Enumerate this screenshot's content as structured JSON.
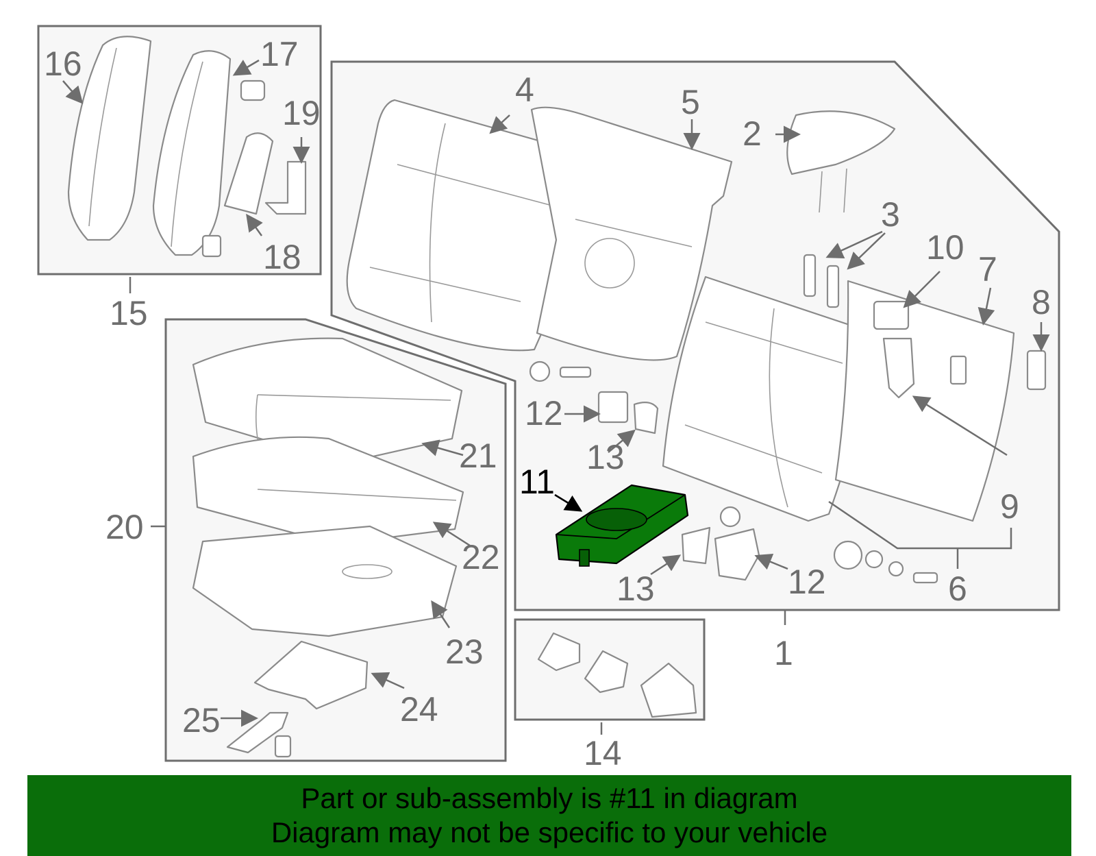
{
  "callouts": [
    "1",
    "2",
    "3",
    "4",
    "5",
    "6",
    "7",
    "8",
    "9",
    "10",
    "11",
    "12",
    "12",
    "13",
    "13",
    "14",
    "15",
    "16",
    "17",
    "18",
    "19",
    "20",
    "21",
    "22",
    "23",
    "24",
    "25"
  ],
  "highlight": {
    "callout": "11",
    "color": "#0a7a0a"
  },
  "banner": {
    "line1": "Part or sub-assembly is #11 in diagram",
    "line2": "Diagram may not be specific to your vehicle",
    "color": "#0a6e0a"
  },
  "colors": {
    "line": "#8a8a8a",
    "frame_fill": "#f7f7f7",
    "label": "#6e6e6e"
  }
}
